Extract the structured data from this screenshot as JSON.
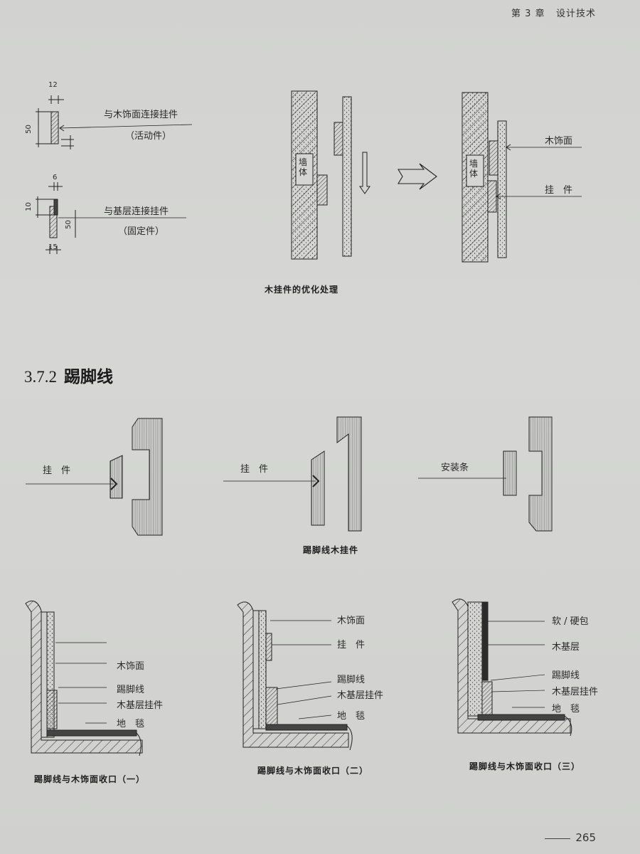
{
  "header": {
    "chapter": "第 3 章",
    "title": "设计技术"
  },
  "top": {
    "dims": {
      "d12": "12",
      "d50a": "50",
      "d6": "6",
      "d10": "10",
      "d50b": "50",
      "d15": "15"
    },
    "movable_label": "与木饰面连接挂件",
    "movable_sub": "（活动件）",
    "fixed_label": "与基层连接挂件",
    "fixed_sub": "（固定件）",
    "wall": "墙体",
    "wall2": "墙体",
    "wood_face": "木饰面",
    "hanger": "挂　件",
    "caption": "木挂件的优化处理"
  },
  "section": {
    "number": "3.7.2",
    "title": "踢脚线"
  },
  "hangers": {
    "label1": "挂　件",
    "label2": "挂　件",
    "label3": "安装条",
    "caption": "踢脚线木挂件"
  },
  "closures": [
    {
      "labels": [
        "木饰面",
        "踢脚线",
        "木基层挂件",
        "地　毯"
      ],
      "caption": "踢脚线与木饰面收口（一）"
    },
    {
      "labels": [
        "木饰面",
        "挂　件",
        "踢脚线",
        "木基层挂件",
        "地　毯"
      ],
      "caption": "踢脚线与木饰面收口（二）"
    },
    {
      "labels": [
        "软 / 硬包",
        "木基层",
        "踢脚线",
        "木基层挂件",
        "地　毯"
      ],
      "caption": "踢脚线与木饰面收口（三）"
    }
  ],
  "page_number": "265"
}
